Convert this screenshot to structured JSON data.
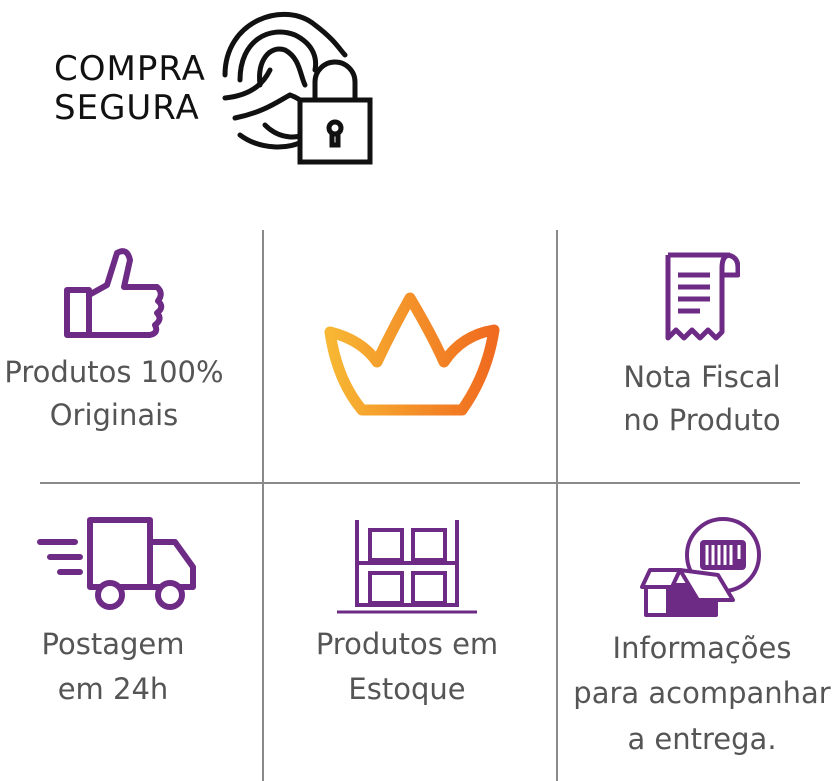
{
  "logo": {
    "line1": "COMPRA",
    "line2": "SEGURA"
  },
  "colors": {
    "purple": "#6d2b86",
    "text": "#555555",
    "crown_start": "#f7b733",
    "crown_end": "#f06a1f"
  },
  "features": [
    {
      "icon": "thumbs-up-icon",
      "lines": [
        "Produtos 100%",
        "Originais"
      ]
    },
    {
      "icon": "crown-icon",
      "lines": []
    },
    {
      "icon": "receipt-icon",
      "lines": [
        "Nota Fiscal",
        "no Produto"
      ]
    },
    {
      "icon": "delivery-truck-icon",
      "lines": [
        "Postagem",
        "em 24h"
      ]
    },
    {
      "icon": "warehouse-shelf-icon",
      "lines": [
        "Produtos em",
        "Estoque"
      ]
    },
    {
      "icon": "package-tracking-icon",
      "lines": [
        "Informações",
        "para acompanhar",
        "a entrega."
      ]
    }
  ]
}
